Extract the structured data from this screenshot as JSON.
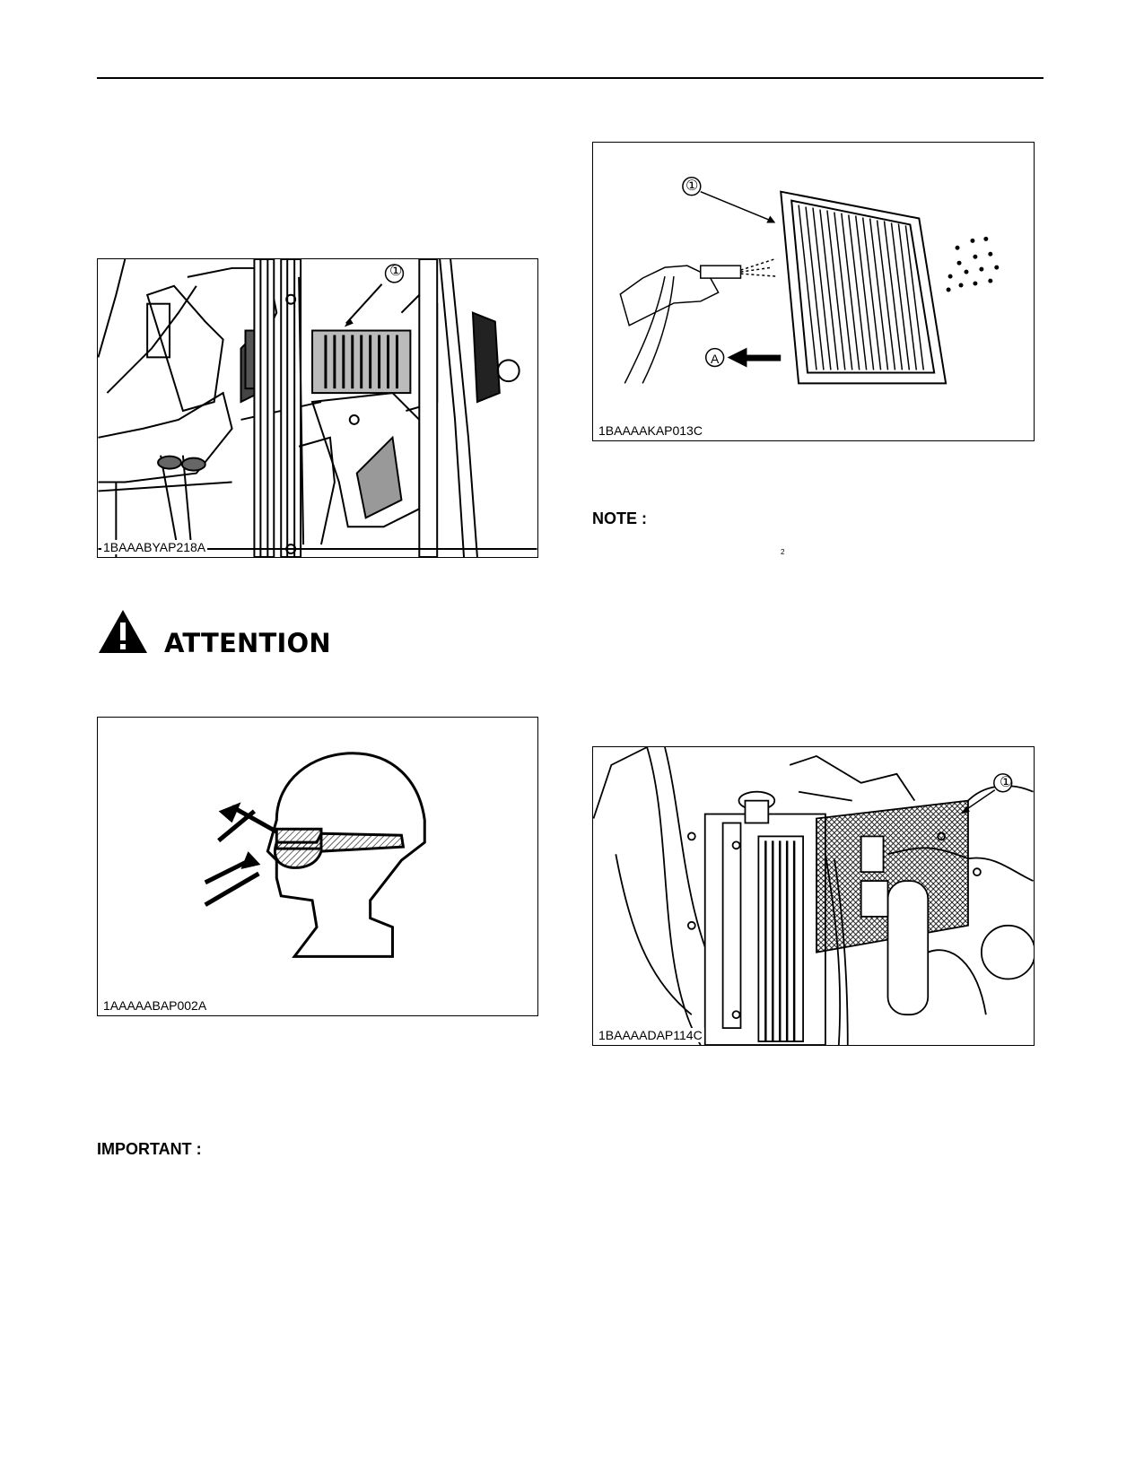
{
  "figures": {
    "cab_filter": {
      "id": "1BAAABYAP218A",
      "callout": "①"
    },
    "goggles": {
      "id": "1AAAAABAP002A"
    },
    "filter_wash": {
      "id": "1BAAAAKAP013C",
      "callout": "①",
      "arrow_label": "A"
    },
    "radiator": {
      "id": "1BAAAADAP114C",
      "callout": "①"
    }
  },
  "attention": {
    "title": "ATTENTION"
  },
  "labels": {
    "note": "NOTE :",
    "important": "IMPORTANT :",
    "small_mark": "2"
  }
}
